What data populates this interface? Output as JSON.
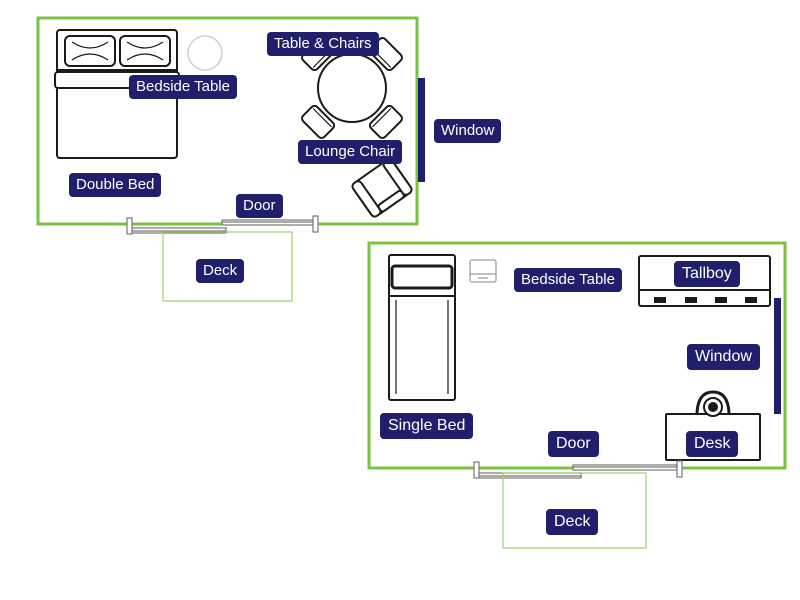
{
  "rooms": [
    {
      "labels": {
        "table_chairs": "Table & Chairs",
        "bedside_table": "Bedside Table",
        "window": "Window",
        "lounge_chair": "Lounge Chair",
        "double_bed": "Double Bed",
        "door": "Door",
        "deck": "Deck"
      }
    },
    {
      "labels": {
        "bedside_table": "Bedside Table",
        "tallboy": "Tallboy",
        "window": "Window",
        "single_bed": "Single Bed",
        "door": "Door",
        "desk": "Desk",
        "deck": "Deck"
      }
    }
  ],
  "colors": {
    "wall": "#7cc242",
    "window": "#1f1f6b",
    "label_bg": "#1f1f6b",
    "label_text": "#ffffff",
    "furniture": "#1a1a1a",
    "deck": "#9cd26a"
  }
}
